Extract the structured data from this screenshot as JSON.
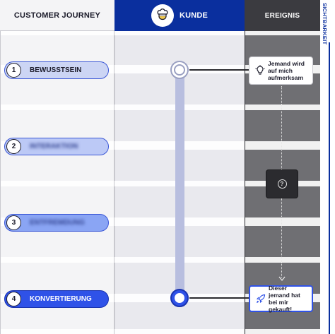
{
  "columns": {
    "journey": "CUSTOMER JOURNEY",
    "customer": "KUNDE",
    "event": "EREIGNIS"
  },
  "side_label": "SICHTBARKEIT",
  "stages": [
    {
      "number": "1",
      "label": "BEWUSSTSEIN",
      "blurred": false
    },
    {
      "number": "2",
      "label": "INTERAKTION",
      "blurred": true
    },
    {
      "number": "3",
      "label": "ENTFREMDUNG",
      "blurred": true
    },
    {
      "number": "4",
      "label": "KONVERTIERUNG",
      "blurred": false
    }
  ],
  "events": {
    "top": "Jemand wird auf mich aufmerksam",
    "bottom": "Dieser jemand hat bei mir gekauft!",
    "unknown": "?"
  },
  "colors": {
    "brand_blue": "#0a2f9e",
    "accent_blue": "#3b57d6",
    "stage1_fill": "#ccd5f4",
    "stage2_fill": "#bcc9f6",
    "stage3_fill": "#8aa5f4",
    "stage4_fill": "#2f52e8",
    "track": "#b8bedf",
    "event_bg": "#6f6f73"
  },
  "icons": {
    "avatar": "chef-avatar-icon",
    "top_event": "lightbulb-icon",
    "bottom_event": "rocket-icon",
    "unknown": "question-icon"
  }
}
